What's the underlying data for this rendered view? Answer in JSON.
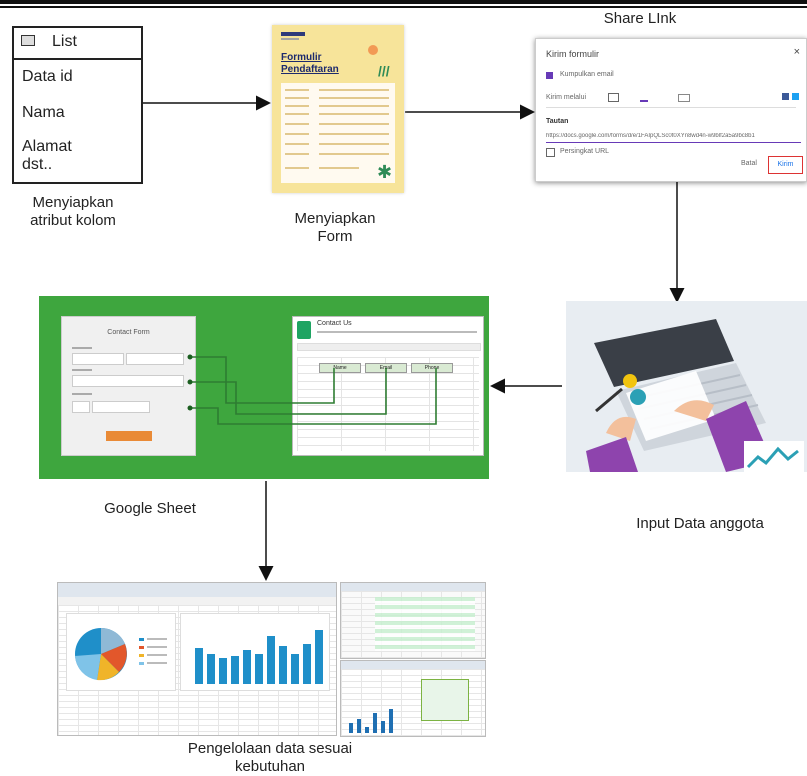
{
  "list_box": {
    "title": "List",
    "items": [
      "Data id",
      "Nama",
      "Alamat",
      "dst.."
    ]
  },
  "captions": {
    "list": [
      "Menyiapkan",
      "atribut kolom"
    ],
    "form": [
      "Menyiapkan",
      "Form"
    ],
    "share": "Share LInk",
    "sheet": "Google Sheet",
    "input": "Input Data anggota",
    "manage": [
      "Pengelolaan data sesuai",
      "kebutuhan"
    ]
  },
  "form_card": {
    "title_line1": "Formulir",
    "title_line2": "Pendaftaran"
  },
  "share_dialog": {
    "title": "Kirim formulir",
    "close": "×",
    "collect_email": "Kumpulkan email",
    "send_via": "Kirim melalui",
    "link_label": "Tautan",
    "link_url": "https://docs.google.com/forms/d/e/1FAIpQLSc0t0XYn8wd4n-w9blf2a5a9bc8b1",
    "shorten": "Persingkat URL",
    "cancel": "Batal",
    "send": "Kirim"
  },
  "contact_form": {
    "title": "Contact Form"
  },
  "sheet": {
    "title": "Contact Us",
    "headers": [
      "Name",
      "Email",
      "Phone"
    ]
  },
  "colors": {
    "sheet_panel": "#3ea63e",
    "form_card": "#f7e49a",
    "chart_bar": "#1f8fc9",
    "connector": "#2e7d32"
  }
}
